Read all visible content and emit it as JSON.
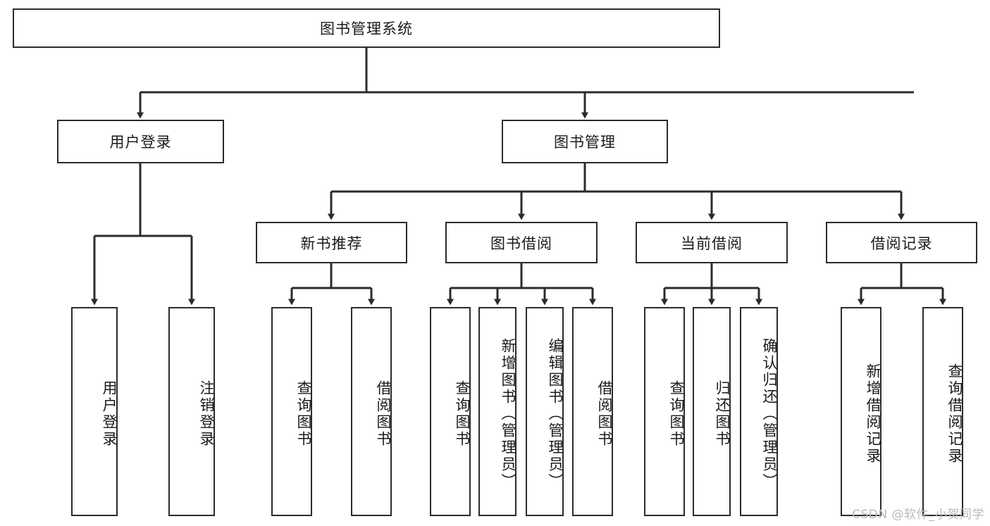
{
  "diagram": {
    "title": "图书管理系统",
    "type": "tree-hierarchy-chart",
    "stroke_color": "#2b2b2b",
    "background_color": "#ffffff",
    "text_color": "#1a1a1a"
  },
  "nodes": {
    "root": {
      "label": "图书管理系统"
    },
    "level2": [
      {
        "label": "用户登录"
      },
      {
        "label": "图书管理"
      }
    ],
    "level3": [
      {
        "label": "新书推荐"
      },
      {
        "label": "图书借阅"
      },
      {
        "label": "当前借阅"
      },
      {
        "label": "借阅记录"
      }
    ],
    "leaves": {
      "user_login": [
        {
          "label": "用户登录"
        },
        {
          "label": "注销登录"
        }
      ],
      "new_book_recommend": [
        {
          "label": "查询图书"
        },
        {
          "label": "借阅图书"
        }
      ],
      "book_borrow": [
        {
          "label": "查询图书"
        },
        {
          "label": "新增图书（管理员）"
        },
        {
          "label": "编辑图书（管理员）"
        },
        {
          "label": "借阅图书"
        }
      ],
      "current_borrow": [
        {
          "label": "查询图书"
        },
        {
          "label": "归还图书"
        },
        {
          "label": "确认归还（管理员）"
        }
      ],
      "borrow_records": [
        {
          "label": "新增借阅记录"
        },
        {
          "label": "查询借阅记录"
        }
      ]
    }
  },
  "watermark": {
    "text": "CSDN @软件_小贺同学"
  }
}
